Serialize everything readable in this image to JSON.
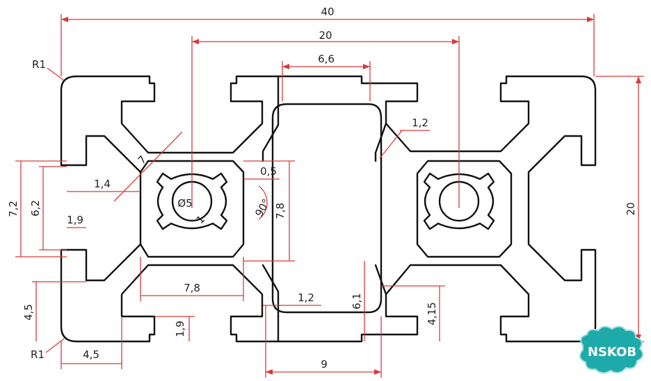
{
  "dimensions": {
    "overall_width": "40",
    "center_spacing": "20",
    "slot_top": "6,6",
    "rib_thickness": "1,2",
    "overall_height": "20",
    "corner_radius_top": "R1",
    "corner_radius_bottom": "R1",
    "slot_height_outer": "7,2",
    "slot_height_inner": "6,2",
    "lip_thickness_left": "1,4",
    "lip_width": "1,9",
    "core_diagonal": "7",
    "bore_diameter": "Ø5",
    "bore_wall": "1",
    "core_gap": "0,5",
    "core_angle": "90°",
    "core_height": "7,8",
    "core_width": "7,8",
    "web_thickness": "1,2",
    "center_slot_height": "6,1",
    "groove_depth_right": "4,15",
    "slot_depth_left": "4,5",
    "slot_width_bottom": "4,5",
    "lip_height_bottom": "1,9",
    "slot_bottom": "9"
  },
  "colors": {
    "dimension": "#d63a3a",
    "profile": "#111111",
    "text": "#222222",
    "watermark": "#1faaaa"
  },
  "watermark": {
    "text": "NSKOB"
  }
}
